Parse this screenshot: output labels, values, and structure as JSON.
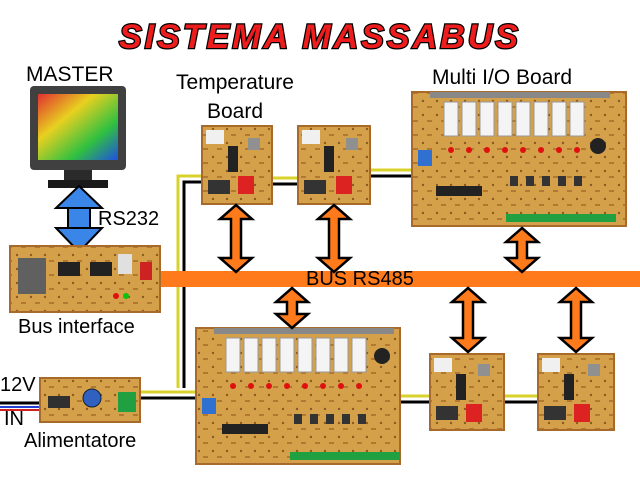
{
  "title": "SISTEMA MASSABUS",
  "labels": {
    "master": "MASTER",
    "rs232": "RS232",
    "bus_interface": "Bus interface",
    "temperature_board": "Temperature Board",
    "multi_io_board": "Multi I/O Board",
    "bus_rs485": "BUS RS485",
    "power_in_voltage": "12V",
    "power_in": "IN",
    "power_supply": "Alimentatore"
  },
  "colors": {
    "title_fill": "#ee1c1c",
    "title_outline": "#000000",
    "bus_rs485": "#ff7a1a",
    "rs232_arrow": "#3a86e8",
    "bus_arrows": "#ff7a1a",
    "pcb": "#d9a84a",
    "pcb_dark": "#a86a2a",
    "wire_yellow": "#d9d22a",
    "wire_black": "#000000",
    "monitor_frame": "#404040"
  },
  "icons": {
    "monitor": "monitor-icon",
    "board": "pcb-board-icon"
  }
}
